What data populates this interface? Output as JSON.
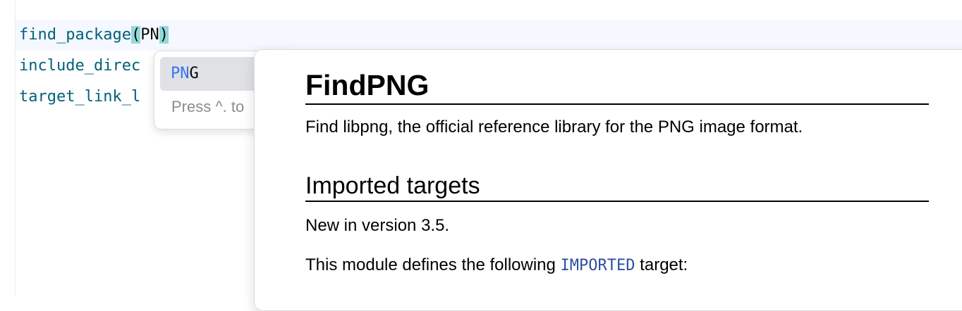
{
  "editor": {
    "lines": [
      {
        "fn": "find_package",
        "open": "(",
        "arg": "PN",
        "close": ")"
      },
      {
        "fn": "include_direc"
      },
      {
        "fn": "target_link_l"
      }
    ]
  },
  "completion": {
    "items": [
      {
        "match": "PN",
        "rest": "G"
      }
    ],
    "hint": "Press ^. to"
  },
  "doc": {
    "title": "FindPNG",
    "description": "Find libpng, the official reference library for the PNG image format.",
    "section_heading": "Imported targets",
    "version_note": "New in version 3.5.",
    "defines_prefix": "This module defines the following ",
    "defines_code": "IMPORTED",
    "defines_suffix": " target:"
  }
}
